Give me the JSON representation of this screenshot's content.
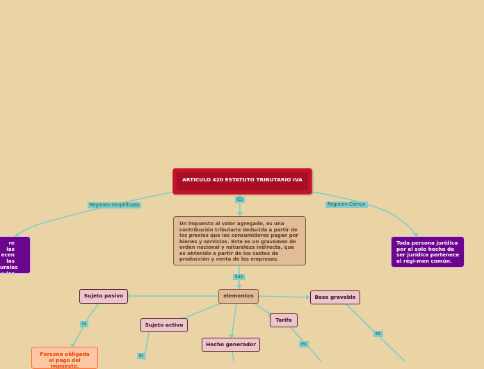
{
  "nodes": {
    "root": "ARTICULO 420 ESTATUTO TRIBUTARIO IVA",
    "description": "Un impuesto al valor agregado, es una contribución tributaria deducida a partir de los precios que los consumidores pagan por bienes y servicios.  Este es un gravamen de orden nacional y naturaleza indirecta, que es obtenido a partir de los costos de producción y venta de las empresas.",
    "left_purple": "re las\necen las\nurales\ny  los",
    "right_purple": "Toda persona jurídica por el solo hecho de ser jurídica pertenece al régi-men común.",
    "elements": "elementos",
    "sujeto_pasivo": "Sujeto pasivo",
    "sujeto_activo": "Sujeto activo",
    "hecho_generador": "Hecho generador",
    "tarifa": "Tarifa",
    "base_gravable": "Base gravable",
    "persona_obligada": "Persona obligada al pago del impuesto."
  },
  "labels": {
    "es_main": "ES",
    "regimen_simplificado": "Regimen Simplificado",
    "regimen_comun": "Regimen Común",
    "sus": "sus",
    "la": "la",
    "el": "El",
    "es_tarifa": "es",
    "es_base": "es"
  },
  "colors": {
    "background": "#ead3a5",
    "root": "#c0142c",
    "link": "#7ecdc8",
    "purple": "#6c058e",
    "element_box": "#ebc6cb",
    "orange": "#ffc6a3"
  }
}
